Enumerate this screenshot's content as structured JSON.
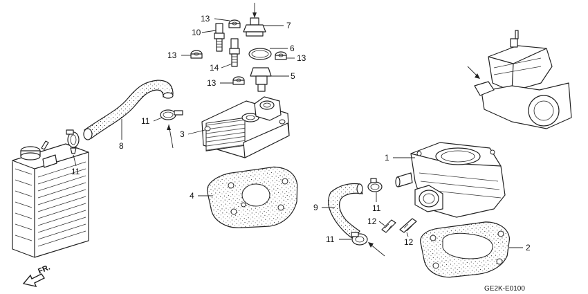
{
  "diagram": {
    "code": "GE2K-E0100",
    "front_indicator": "FR.",
    "callouts": {
      "c1": "1",
      "c2": "2",
      "c3": "3",
      "c4": "4",
      "c5": "5",
      "c6": "6",
      "c7": "7",
      "c8": "8",
      "c9": "9",
      "c10": "10",
      "c11a": "11",
      "c11b": "11",
      "c11c": "11",
      "c11d": "11",
      "c12a": "12",
      "c12b": "12",
      "c13a": "13",
      "c13b": "13",
      "c13c": "13",
      "c13d": "13",
      "c14": "14"
    }
  }
}
